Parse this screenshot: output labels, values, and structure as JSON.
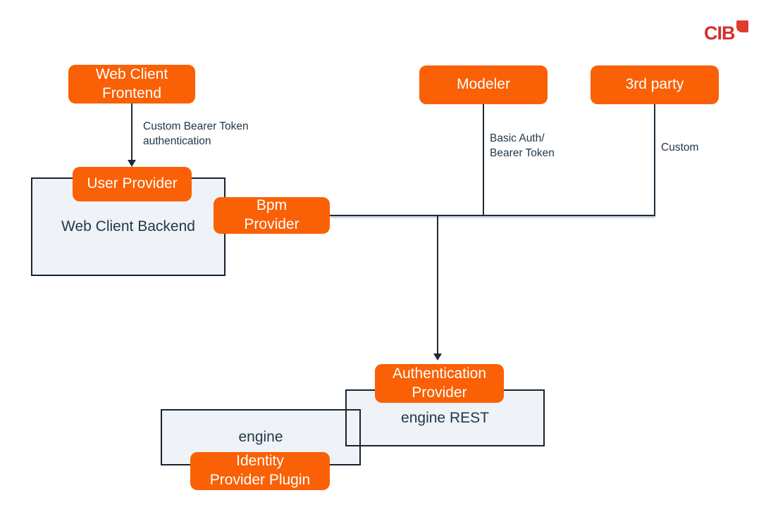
{
  "logo": {
    "text": "CIB"
  },
  "colors": {
    "accent_orange": "#fa6005",
    "brand_red": "#d2302c",
    "line_navy": "#1c2b39",
    "panel_fill": "#eff2f6",
    "panel_border": "#162331",
    "text_navy": "#22384a"
  },
  "nodes": {
    "web_client_frontend": {
      "label": "Web Client\nFrontend"
    },
    "modeler": {
      "label": "Modeler"
    },
    "third_party": {
      "label": "3rd party"
    },
    "user_provider": {
      "label": "User Provider"
    },
    "web_client_backend": {
      "label": "Web Client Backend"
    },
    "bpm_provider": {
      "label": "Bpm\nProvider"
    },
    "authentication_provider": {
      "label": "Authentication\nProvider"
    },
    "engine_rest": {
      "label": "engine REST"
    },
    "engine": {
      "label": "engine"
    },
    "identity_provider_plugin": {
      "label": "Identity\nProvider Plugin"
    }
  },
  "edge_labels": {
    "custom_bearer_token": "Custom Bearer Token\nauthentication",
    "basic_auth": "Basic Auth/\nBearer Token",
    "custom": "Custom"
  }
}
